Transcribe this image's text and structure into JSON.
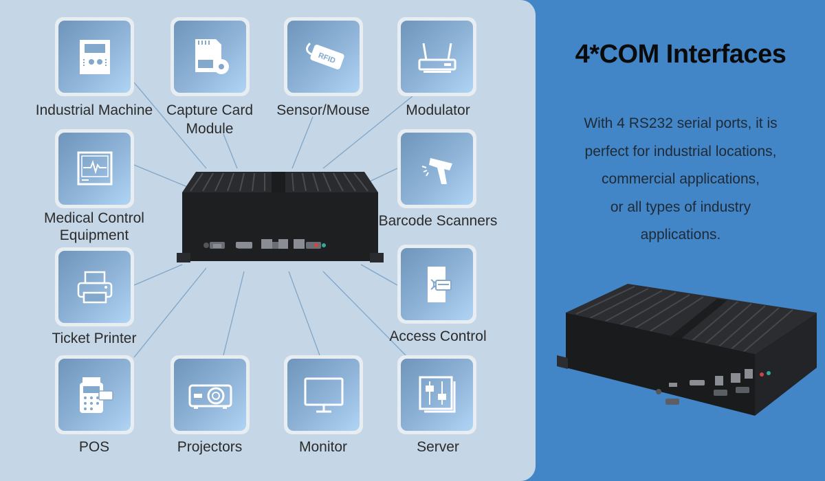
{
  "heading": "4*COM Interfaces",
  "description": [
    "With 4 RS232 serial ports, it is",
    "perfect for industrial locations,",
    "commercial applications,",
    "or all types of industry",
    "applications."
  ],
  "colors": {
    "panel": "#c5d6e6",
    "background": "#4286c8",
    "tile_border": "#e8edf1",
    "line": "#7fa6c8"
  },
  "applications": [
    {
      "label": "Industrial Machine",
      "icon": "industrial-machine-icon"
    },
    {
      "label": "Capture Card",
      "label2": "Module",
      "icon": "sd-card-gear-icon"
    },
    {
      "label": "Sensor/Mouse",
      "icon": "rfid-tag-icon",
      "icon_text": "RFID"
    },
    {
      "label": "Modulator",
      "icon": "router-icon"
    },
    {
      "label": "Medical Control",
      "label2": "Equipment",
      "icon": "monitor-ecg-icon"
    },
    {
      "label": "Barcode Scanners",
      "icon": "barcode-scanner-icon"
    },
    {
      "label": "Ticket Printer",
      "icon": "printer-icon"
    },
    {
      "label": "Access Control",
      "icon": "card-reader-icon"
    },
    {
      "label": "POS",
      "icon": "pos-terminal-icon"
    },
    {
      "label": "Projectors",
      "icon": "projector-icon"
    },
    {
      "label": "Monitor",
      "icon": "monitor-icon"
    },
    {
      "label": "Server",
      "icon": "server-icon"
    }
  ]
}
